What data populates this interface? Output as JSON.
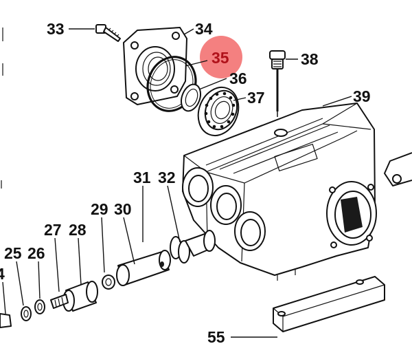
{
  "diagram": {
    "highlight_color": "#f26a6a",
    "highlighted_label": "35",
    "callouts": [
      "33",
      "34",
      "35",
      "36",
      "37",
      "38",
      "39",
      "31",
      "32",
      "29",
      "30",
      "27",
      "28",
      "25",
      "26",
      "4",
      "55"
    ]
  }
}
